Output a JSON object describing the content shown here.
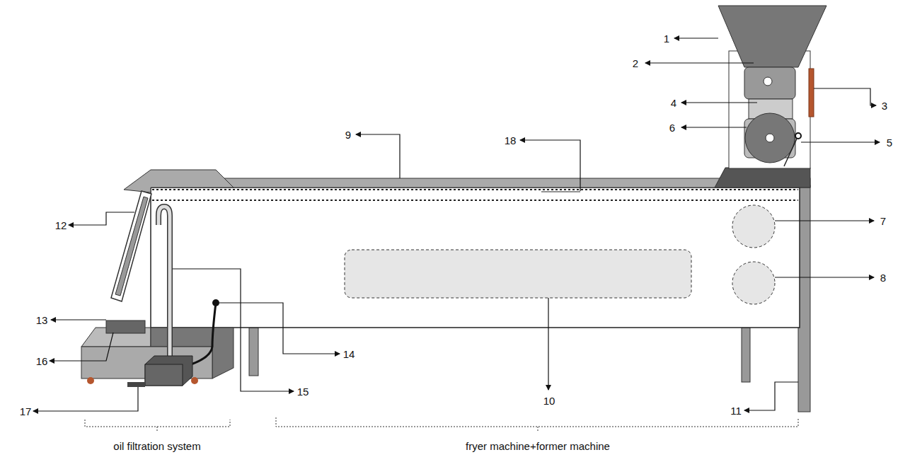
{
  "diagram": {
    "labels": [
      "1",
      "2",
      "3",
      "4",
      "6",
      "5",
      "9",
      "18",
      "7",
      "12",
      "8",
      "13",
      "14",
      "16",
      "10",
      "15",
      "11",
      "17",
      "oil filtration system",
      "fryer machine+former machine"
    ]
  }
}
